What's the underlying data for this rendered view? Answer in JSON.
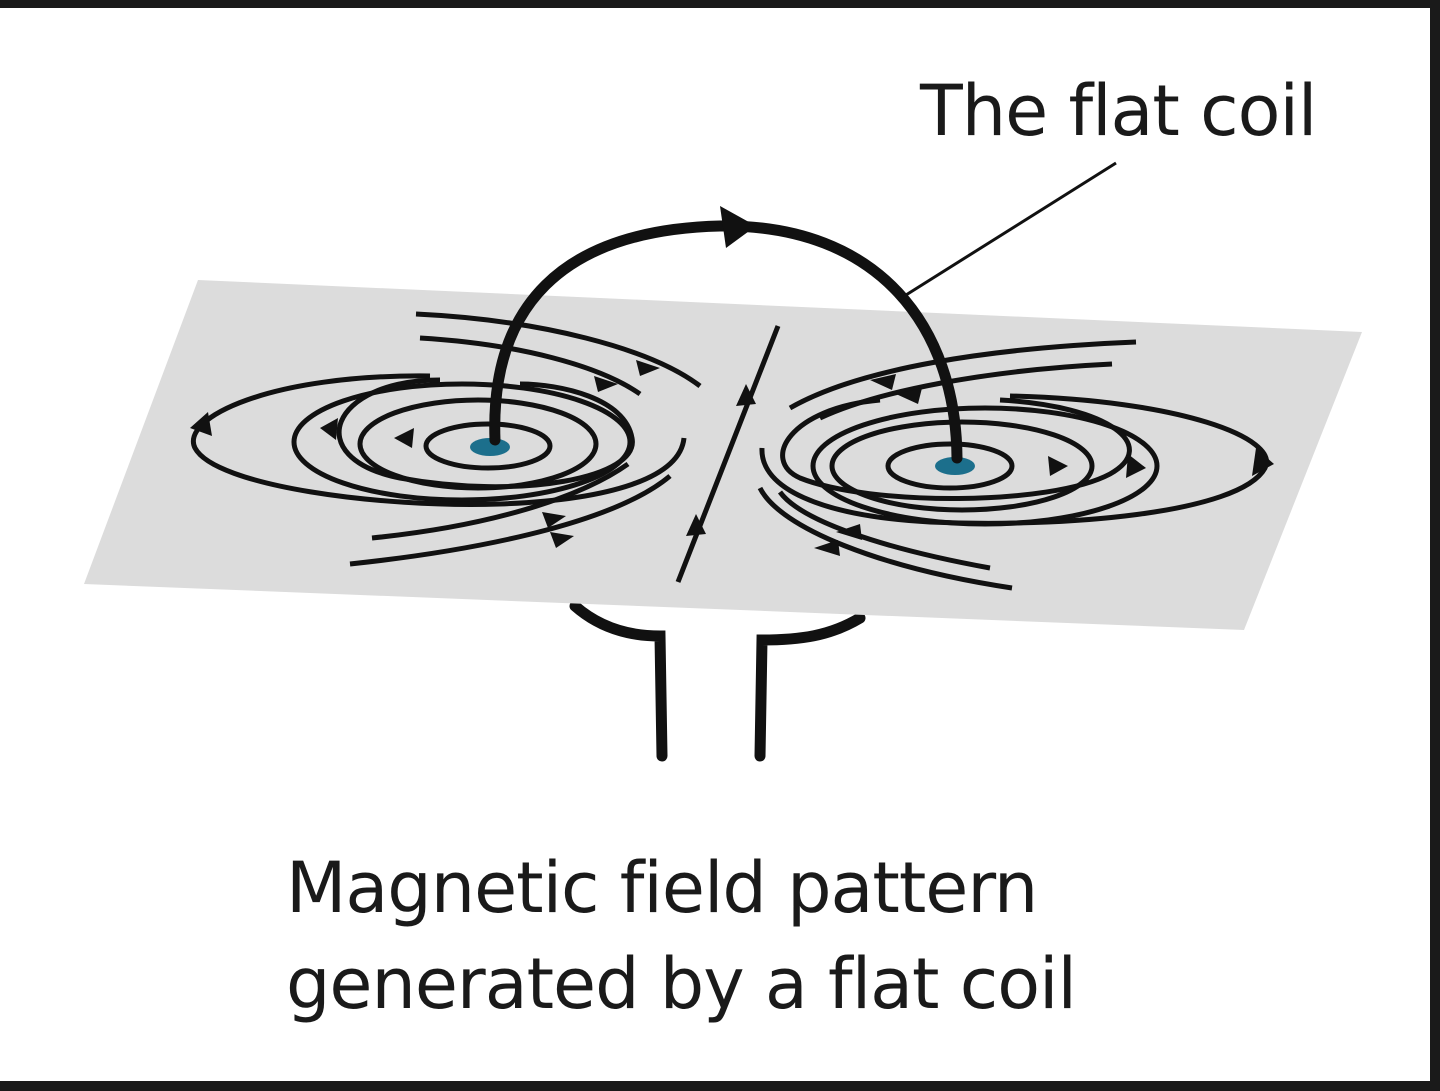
{
  "diagram": {
    "coil_label": "The flat coil",
    "caption_lines": [
      "Magnetic field pattern",
      "generated by a flat coil"
    ],
    "colors": {
      "plane": "#dcdcdc",
      "line": "#111111",
      "wire_hole": "#1c6f8c",
      "frame": "#1a1a1a",
      "background": "#ffffff"
    }
  }
}
